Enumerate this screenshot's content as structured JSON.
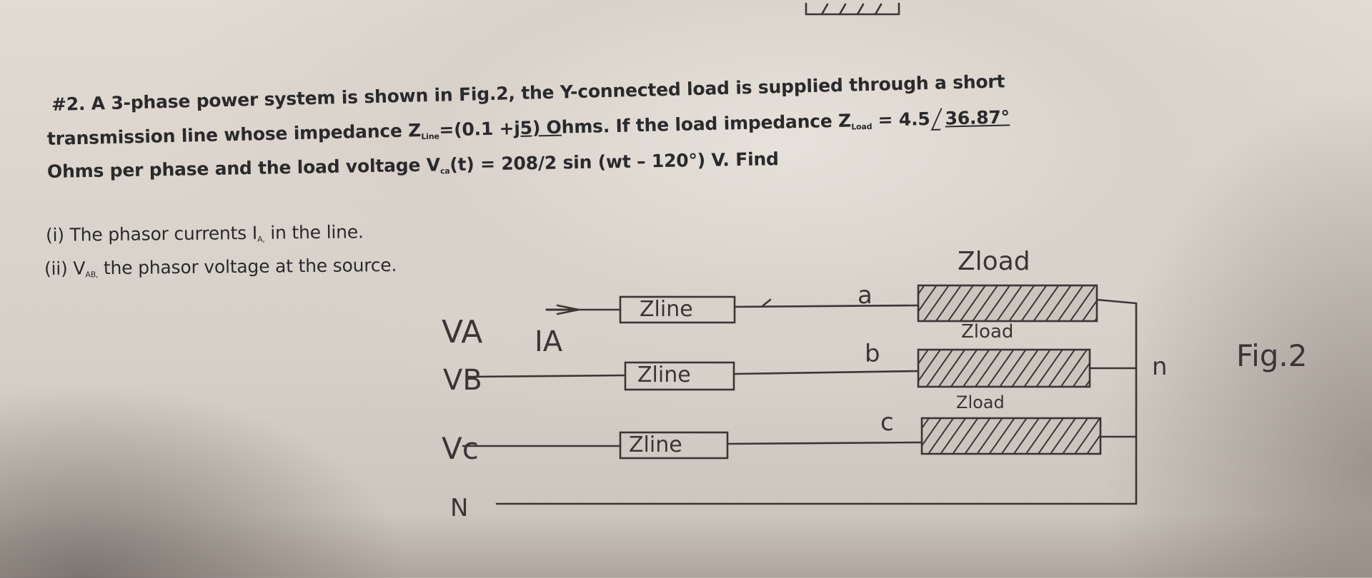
{
  "problem": {
    "line1_a": "#2.  A 3-phase power system is shown in Fig.2, the Y-connected load is supplied through a short",
    "line2_a": "transmission line whose impedance Z",
    "line2_sub1": "Line",
    "line2_b": "=(0.1 +",
    "line2_c": "j5) O",
    "line2_d": "hms. If the load impedance Z",
    "line2_sub2": "Load",
    "line2_e": " = 4.5 ",
    "line2_angle": "36.87°",
    "line3_a": "Ohms per phase and the load voltage V",
    "line3_sub": "ca",
    "line3_b": "(t) = 208",
    "line3_c": "2 sin (wt – 120°) V. Find",
    "q1_a": "(i) The phasor currents I",
    "q1_sub": "A,",
    "q1_b": " in the line.",
    "q2_a": "(ii) V",
    "q2_sub": "AB,",
    "q2_b": " the phasor voltage at the source."
  },
  "figure": {
    "label_VA": "VA",
    "label_IA": "IA",
    "label_VB": "VB",
    "label_VC": "Vc",
    "label_N": "N",
    "zline_a": "Zline",
    "zline_b": "Zline",
    "zline_c": "Zline",
    "node_a": "a",
    "node_b": "b",
    "node_c": "c",
    "node_n": "n",
    "zload_a": "Zload",
    "zload_b": "Zload",
    "zload_c": "Zload",
    "caption": "Fig.2"
  }
}
